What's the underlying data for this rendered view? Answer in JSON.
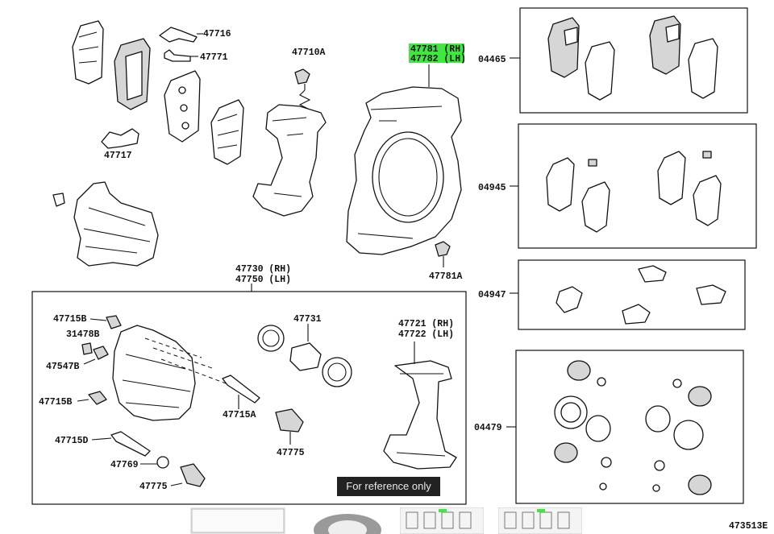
{
  "diagram": {
    "id": "473513E",
    "notice": "For reference only",
    "highlight_color": "#3ee83e",
    "labels": {
      "p47716": "47716",
      "p47771": "47771",
      "p47717": "47717",
      "p47710A": "47710A",
      "p47781_rh": "47781 (RH)",
      "p47782_lh": "47782 (LH)",
      "p47781A": "47781A",
      "p04465": "04465",
      "p04945": "04945",
      "p04947": "04947",
      "p04479": "04479",
      "p47730_rh": "47730 (RH)",
      "p47750_lh": "47750 (LH)",
      "p47715B_1": "47715B",
      "p31478B": "31478B",
      "p47547B": "47547B",
      "p47715B_2": "47715B",
      "p47715D": "47715D",
      "p47769": "47769",
      "p47775_1": "47775",
      "p47731": "47731",
      "p47715A": "47715A",
      "p47775_2": "47775",
      "p47721_rh": "47721 (RH)",
      "p47722_lh": "47722 (LH)"
    }
  }
}
